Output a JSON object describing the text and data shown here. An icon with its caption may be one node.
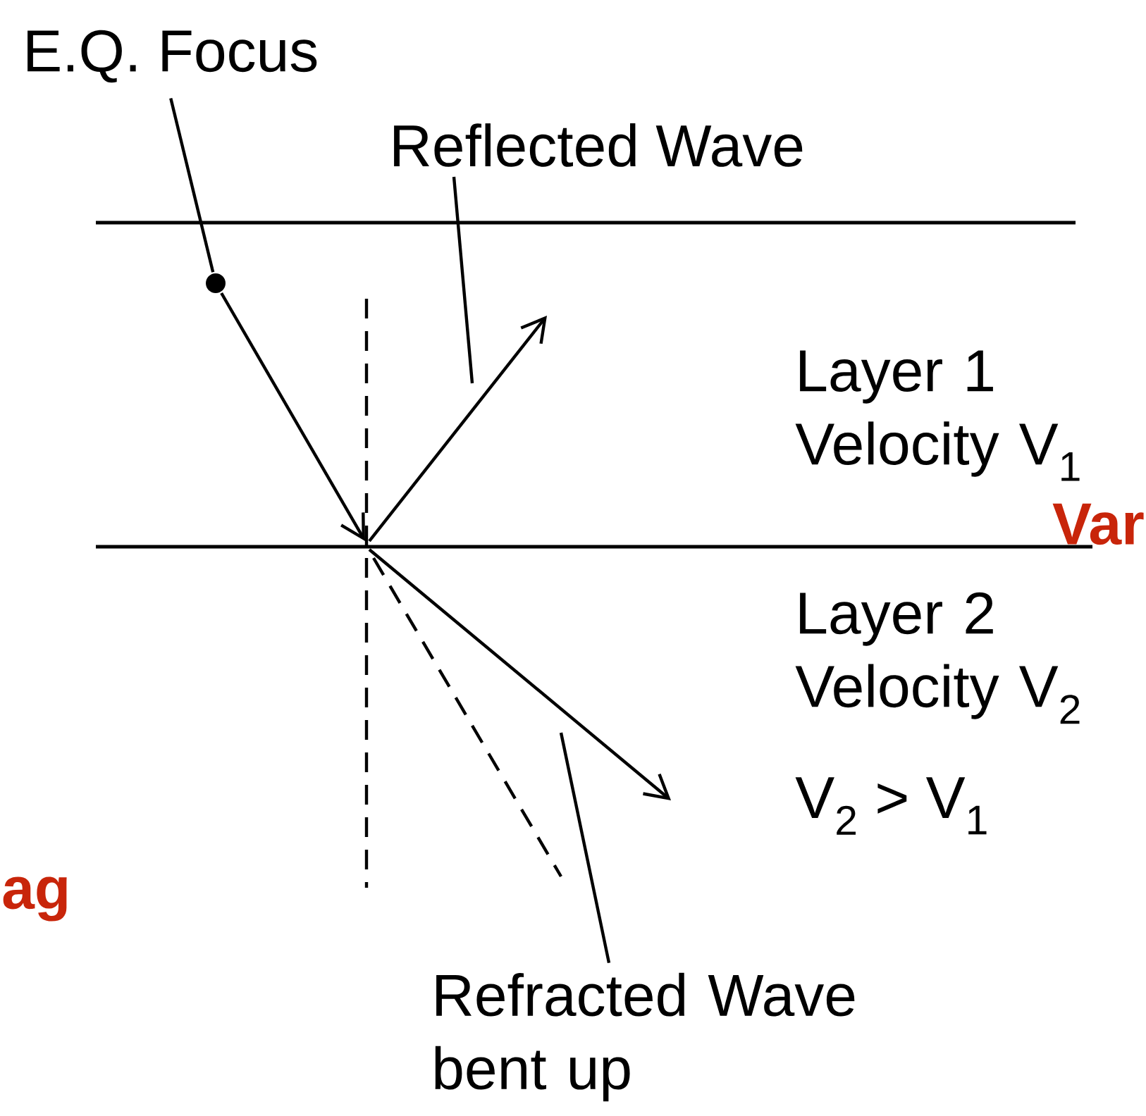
{
  "diagram": {
    "nodes": [
      {
        "text": [
          "E.Q. Focus"
        ]
      },
      {
        "text": [],
        "shape": "circle"
      },
      {
        "text": [
          "Reflected Wave"
        ]
      },
      {
        "text": [
          "Refracted Wave bent up"
        ]
      }
    ],
    "edges": [
      {
        "from": 0,
        "to": 1,
        "arrow": "none"
      },
      {
        "from": 1,
        "to": null,
        "arrow": "to"
      },
      {
        "from": 2,
        "to": null,
        "arrow": "none"
      },
      {
        "from": 3,
        "to": null,
        "arrow": "none"
      }
    ],
    "labels": [
      "Layer 1 Velocity V$_{1}$",
      "Layer 2 Velocity V$_{2}$",
      "V$_{2}$ > V$_{1}$",
      "Var",
      "ag"
    ]
  }
}
